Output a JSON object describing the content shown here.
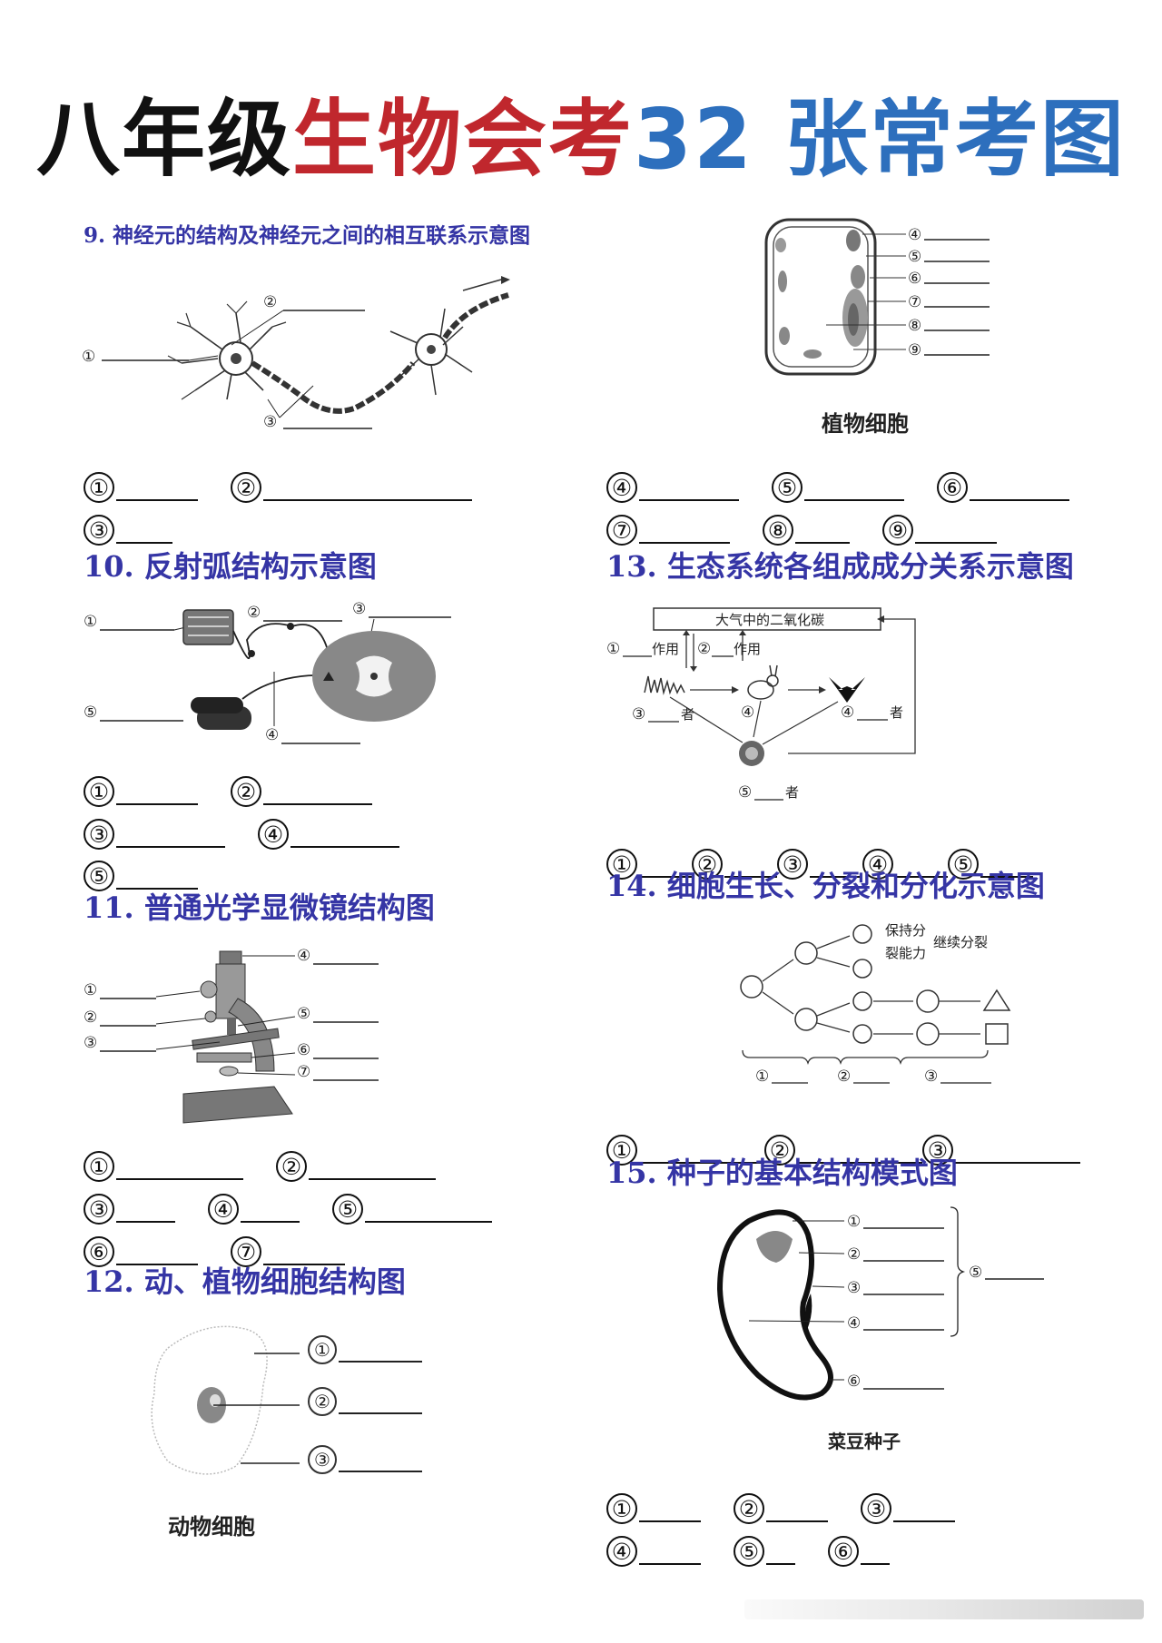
{
  "title": {
    "part1": "八年级",
    "part2": "生物会考",
    "part3": "32 张常考图"
  },
  "sections": {
    "s9": {
      "title": "9. 神经元的结构及神经元之间的相互联系示意图"
    },
    "s10": {
      "title": "10. 反射弧结构示意图"
    },
    "s11": {
      "title": "11. 普通光学显微镜结构图"
    },
    "s12": {
      "title": "12. 动、植物细胞结构图"
    },
    "s13": {
      "title": "13. 生态系统各组成成分关系示意图"
    },
    "s14": {
      "title": "14. 细胞生长、分裂和分化示意图"
    },
    "s15": {
      "title": "15. 种子的基本结构模式图"
    }
  },
  "captions": {
    "plant_cell": "植物细胞",
    "animal_cell": "动物细胞",
    "bean_seed": "菜豆种子"
  },
  "diagram_text": {
    "co2": "大气中的二氧化碳",
    "zuoyong": "作用",
    "zhe": "者",
    "keep_divide": "保持分",
    "divide_ability": "裂能力",
    "continue_divide": "继续分裂"
  },
  "nums": [
    "①",
    "②",
    "③",
    "④",
    "⑤",
    "⑥",
    "⑦",
    "⑧",
    "⑨"
  ],
  "icons": [
    "neuron-icon",
    "plant-cell-icon",
    "reflex-arc-icon",
    "microscope-icon",
    "ecosystem-icon",
    "cell-division-icon",
    "animal-cell-icon",
    "bean-seed-icon"
  ]
}
